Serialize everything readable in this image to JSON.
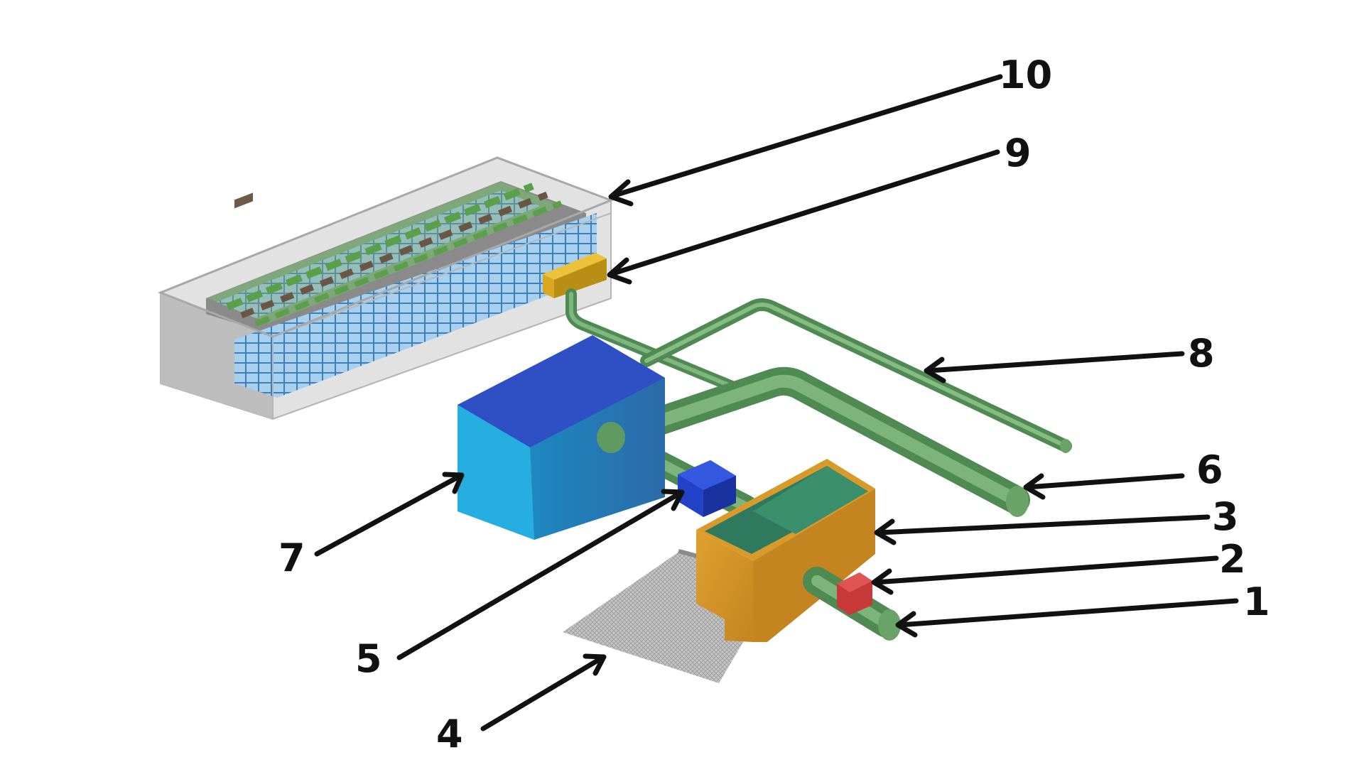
{
  "diagram": {
    "labels": [
      "1",
      "2",
      "3",
      "4",
      "5",
      "6",
      "7",
      "8",
      "9",
      "10"
    ]
  },
  "colors": {
    "pipe": "#5f9a62",
    "pipe_light": "#8cc08a",
    "tank_front": "#28a8dc",
    "tank_top": "#2f4fc4",
    "tank_side": "#2478b0",
    "pump": "#2242c8",
    "valve": "#c83a3a",
    "sump": "#d89a2a",
    "water": "#2f7a5e",
    "screen": "#b8b8b8",
    "junction_box": "#d8a820",
    "enclosure": "#e4e4e4",
    "racks": "#8fc4ea"
  }
}
